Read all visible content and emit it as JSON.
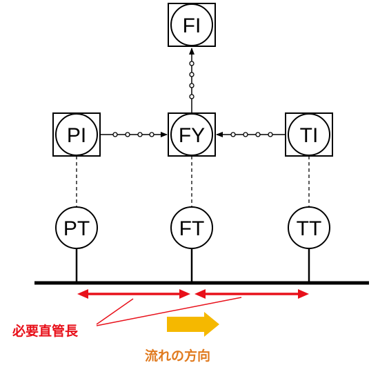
{
  "instruments": {
    "fi": "FI",
    "pi": "PI",
    "fy": "FY",
    "ti": "TI",
    "pt": "PT",
    "ft": "FT",
    "tt": "TT"
  },
  "labels": {
    "straight_pipe": "必要直管長",
    "flow_direction": "流れの方向"
  },
  "colors": {
    "line": "#000000",
    "required_length_arrow": "#e8101a",
    "flow_arrow": "#f5b800",
    "flow_label": "#e07a1e"
  }
}
